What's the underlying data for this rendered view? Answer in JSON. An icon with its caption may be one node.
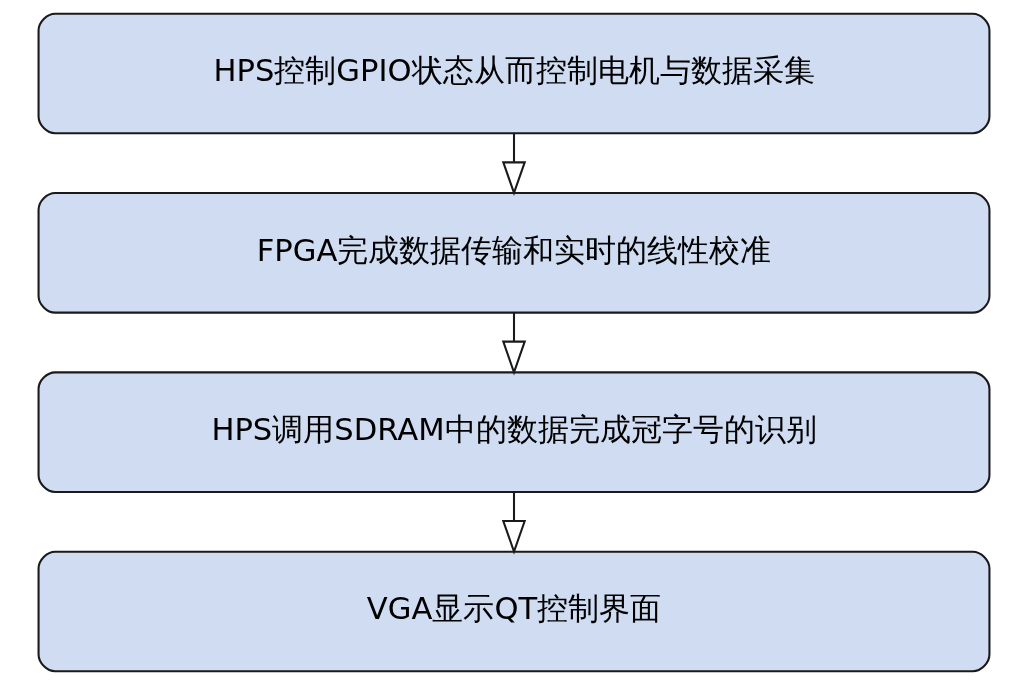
{
  "diagram": {
    "nodes": [
      {
        "text": [
          "HPS控制GPIO状态从而控制电机与数据采集"
        ]
      },
      {
        "text": [
          "FPGA完成数据传输和实时的线性校准"
        ]
      },
      {
        "text": [
          "HPS调用SDRAM中的数据完成冠字号的识别"
        ]
      },
      {
        "text": [
          "VGA显示QT控制界面"
        ]
      }
    ],
    "edges": [
      {
        "from": 0,
        "to": 1,
        "arrow": "to"
      },
      {
        "from": 1,
        "to": 2,
        "arrow": "to"
      },
      {
        "from": 2,
        "to": 3,
        "arrow": "to"
      }
    ]
  }
}
